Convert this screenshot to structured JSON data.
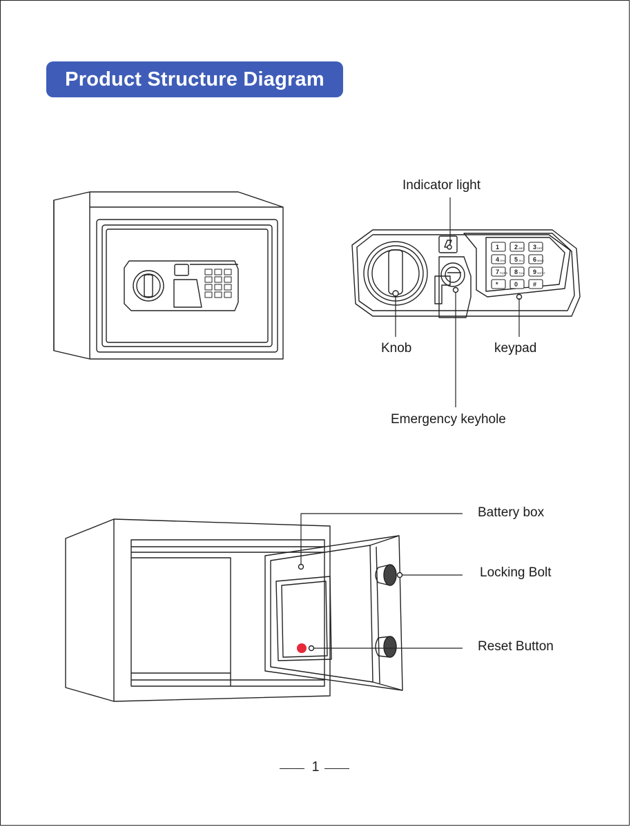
{
  "title": "Product Structure Diagram",
  "labels": {
    "indicator_light": "Indicator light",
    "knob": "Knob",
    "keypad": "keypad",
    "emergency_keyhole": "Emergency keyhole",
    "battery_box": "Battery box",
    "locking_bolt": "Locking Bolt",
    "reset_button": "Reset Button"
  },
  "keypad_keys": [
    "1",
    "2",
    "3",
    "4",
    "5",
    "6",
    "7",
    "8",
    "9",
    "*",
    "0",
    "#"
  ],
  "keypad_sub": [
    "",
    "ABC",
    "DEF",
    "GHI",
    "JKL",
    "MNO",
    "PQRS",
    "TUV",
    "WXYZ",
    "",
    "",
    ""
  ],
  "page_number": "1",
  "colors": {
    "banner": "#3f5db8",
    "reset_dot": "#e8283a",
    "line": "#222222"
  }
}
